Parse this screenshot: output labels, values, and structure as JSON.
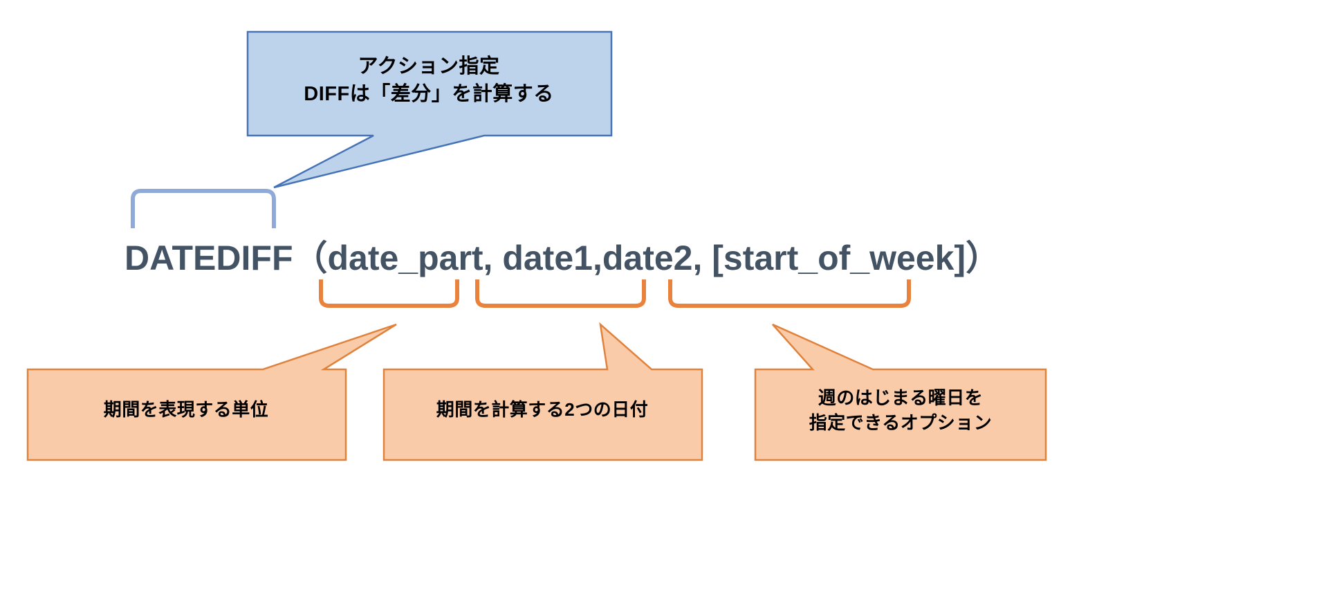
{
  "diagram": {
    "type": "annotated-function-signature",
    "title_formula": "DATEDIFF（date_part, date1,date2, [start_of_week]）",
    "formula_parts": {
      "function_name": "DATEDIFF",
      "open_paren": "（",
      "arguments": "date_part, date1,date2, [start_of_week]",
      "close_paren": "）"
    },
    "colors": {
      "formula_text": "#435363",
      "blue_callout_fill": "#BDD3EC",
      "blue_callout_stroke": "#4573B6",
      "blue_bracket": "#8FA9D8",
      "orange_callout_fill": "#F9CBA9",
      "orange_callout_stroke": "#E0823C",
      "orange_bracket": "#E8823C",
      "callout_text": "#000000",
      "background": "#FFFFFF"
    },
    "callouts": [
      {
        "id": "action-callout",
        "color": "blue",
        "points_to": "DATEDIFF",
        "text": "アクション指定\nDIFFは「差分」を計算する",
        "lines": [
          "アクション指定",
          "DIFFは「差分」を計算する"
        ]
      },
      {
        "id": "date-part-callout",
        "color": "orange",
        "points_to": "date_part",
        "text": "期間を表現する単位",
        "lines": [
          "期間を表現する単位"
        ]
      },
      {
        "id": "dates-callout",
        "color": "orange",
        "points_to": "date1,date2",
        "text": "期間を計算する2つの日付",
        "lines": [
          "期間を計算する2つの日付"
        ]
      },
      {
        "id": "start-of-week-callout",
        "color": "orange",
        "points_to": "[start_of_week]",
        "text": "週のはじまる曜日を\n指定できるオプション",
        "lines": [
          "週のはじまる曜日を",
          "指定できるオプション"
        ]
      }
    ],
    "brackets": [
      {
        "id": "bracket-function",
        "color": "blue",
        "spans": "DATEDIFF",
        "orientation": "top"
      },
      {
        "id": "bracket-date-part",
        "color": "orange",
        "spans": "date_part",
        "orientation": "bottom"
      },
      {
        "id": "bracket-dates",
        "color": "orange",
        "spans": "date1,date2",
        "orientation": "bottom"
      },
      {
        "id": "bracket-start-of-week",
        "color": "orange",
        "spans": "[start_of_week]",
        "orientation": "bottom"
      }
    ]
  }
}
